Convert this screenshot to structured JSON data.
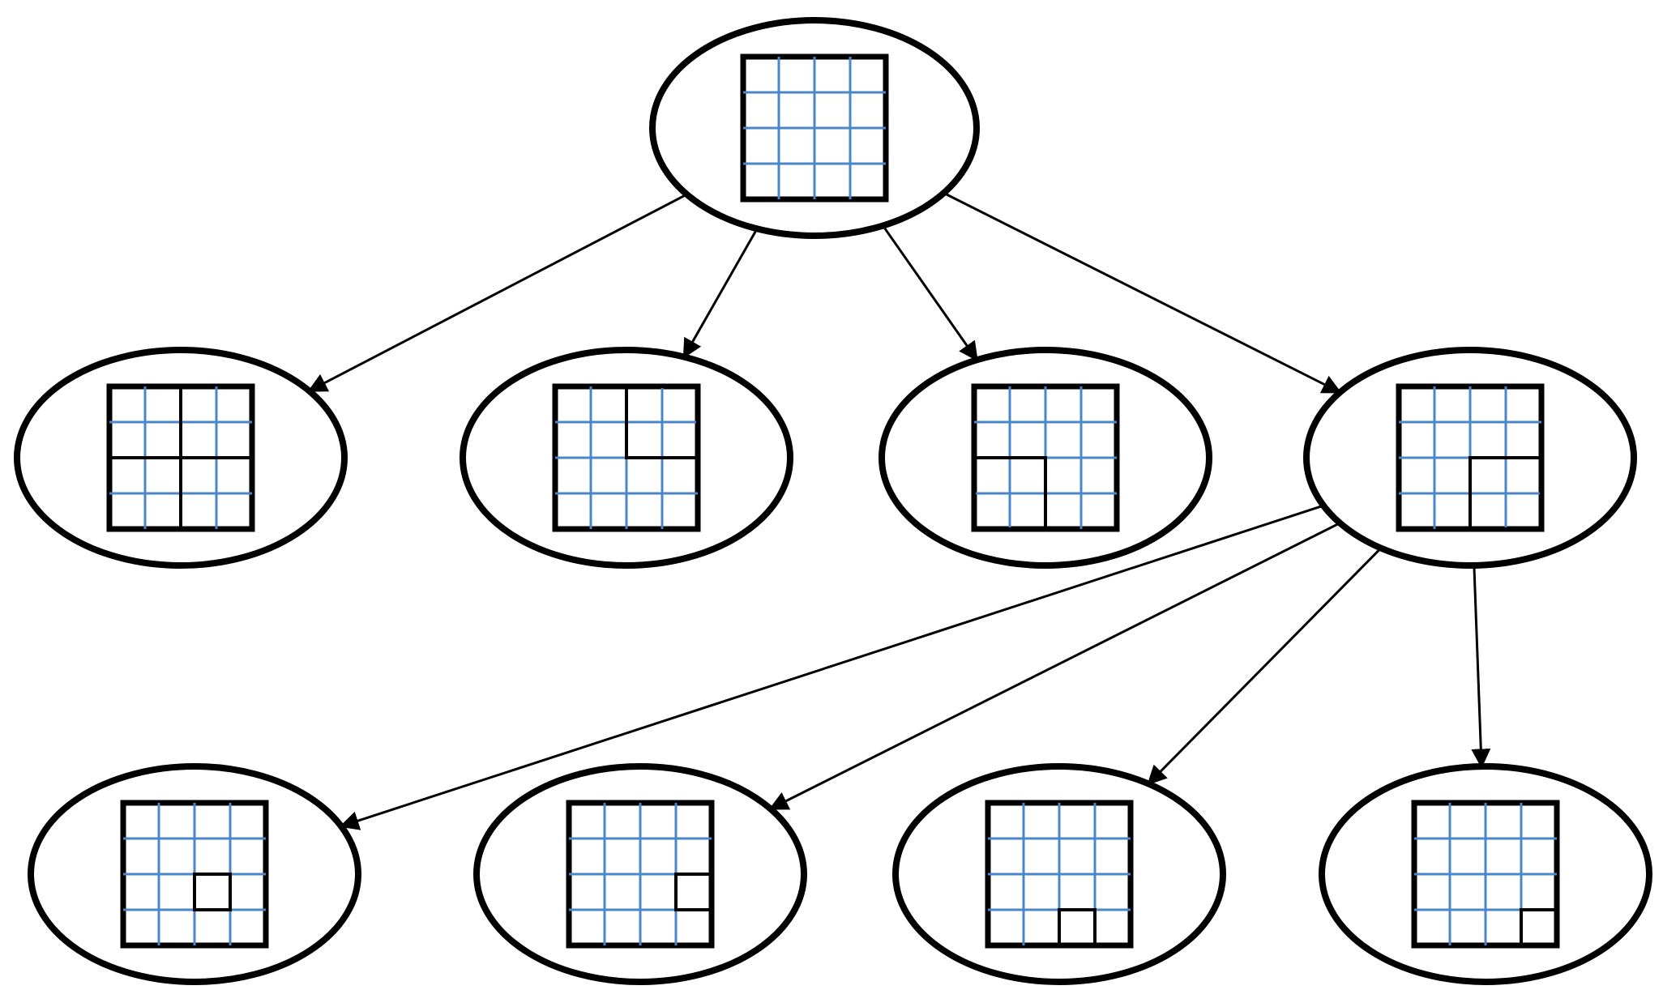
{
  "diagram": {
    "type": "quadtree",
    "colors": {
      "outline": "#000000",
      "grid": "#4a86c8",
      "background": "#ffffff"
    },
    "nodes": [
      {
        "id": "root",
        "level": 0,
        "grid_size": 4,
        "highlight": "none"
      },
      {
        "id": "l1-a",
        "level": 1,
        "grid_size": 4,
        "highlight": "quadrants"
      },
      {
        "id": "l1-b",
        "level": 1,
        "grid_size": 4,
        "highlight": "top-right-quadrant"
      },
      {
        "id": "l1-c",
        "level": 1,
        "grid_size": 4,
        "highlight": "bottom-left-quadrant"
      },
      {
        "id": "l1-d",
        "level": 1,
        "grid_size": 4,
        "highlight": "bottom-right-quadrant"
      },
      {
        "id": "l2-a",
        "level": 2,
        "grid_size": 4,
        "highlight": "cell-r2-c2"
      },
      {
        "id": "l2-b",
        "level": 2,
        "grid_size": 4,
        "highlight": "cell-r2-c3"
      },
      {
        "id": "l2-c",
        "level": 2,
        "grid_size": 4,
        "highlight": "cell-r3-c2"
      },
      {
        "id": "l2-d",
        "level": 2,
        "grid_size": 4,
        "highlight": "cell-r3-c3"
      }
    ],
    "edges": [
      {
        "from": "root",
        "to": "l1-a"
      },
      {
        "from": "root",
        "to": "l1-b"
      },
      {
        "from": "root",
        "to": "l1-c"
      },
      {
        "from": "root",
        "to": "l1-d"
      },
      {
        "from": "l1-d",
        "to": "l2-a"
      },
      {
        "from": "l1-d",
        "to": "l2-b"
      },
      {
        "from": "l1-d",
        "to": "l2-c"
      },
      {
        "from": "l1-d",
        "to": "l2-d"
      }
    ]
  }
}
